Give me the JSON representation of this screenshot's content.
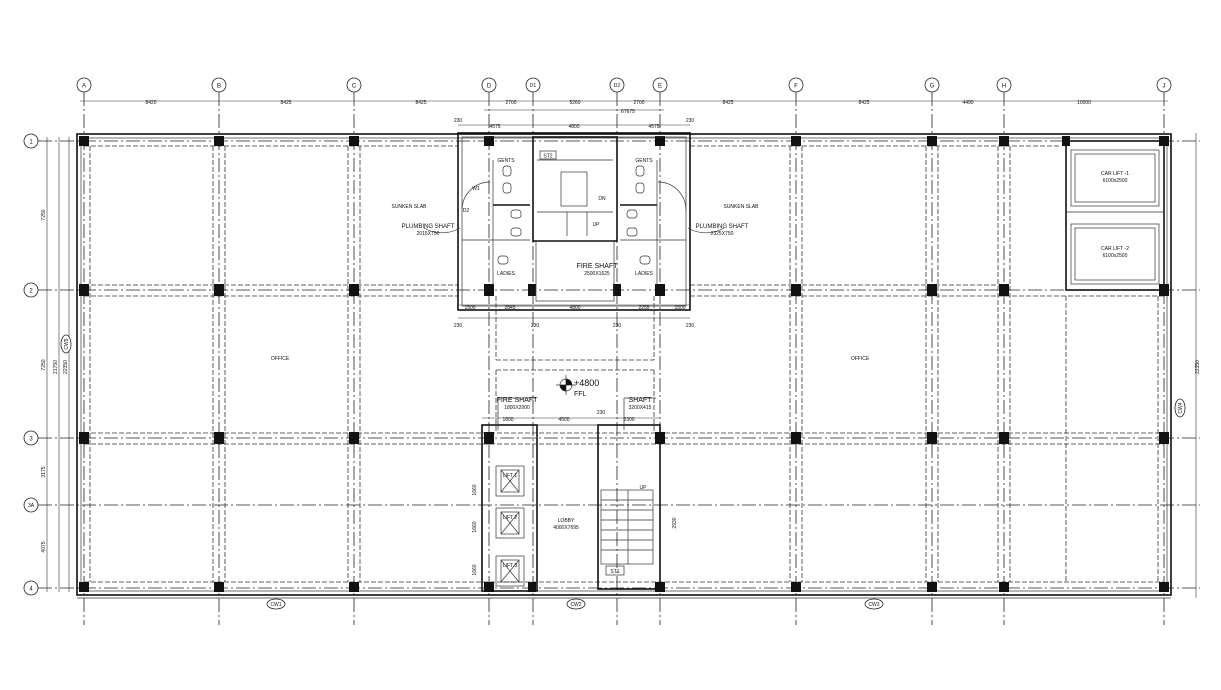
{
  "grid": {
    "columns": [
      "A",
      "B",
      "C",
      "D",
      "D1",
      "D2",
      "E",
      "F",
      "G",
      "H",
      "J"
    ],
    "rows": [
      "1",
      "2",
      "3",
      "3A",
      "4"
    ],
    "top_dims": [
      "8420",
      "8425",
      "8425",
      "2700",
      "5260",
      "2700",
      "8425",
      "8425",
      "4490",
      "10000"
    ],
    "overall_top": "67675",
    "left_dims": [
      "7250",
      "7250",
      "3175",
      "4075"
    ],
    "left_overall": [
      "21750",
      "22350"
    ],
    "right_overall": "22350"
  },
  "rooms": {
    "sunken_left": "SUNKEN SLAB",
    "sunken_right": "SUNKEN SLAB",
    "plumbing_left": "PLUMBING SHAFT",
    "plumbing_left_size": "2015X750",
    "plumbing_right": "PLUMBING SHAFT",
    "plumbing_right_size": "2325X750",
    "gents_left": "GENTS",
    "gents_right": "GENTS",
    "ladies_left": "LADIES",
    "ladies_right": "LADIES",
    "fire_shaft_top": "FIRE SHAFT",
    "fire_shaft_top_size": "2500X1625",
    "fire_shaft_mid": "FIRE SHAFT",
    "fire_shaft_mid_size": "1800X2000",
    "shaft_mid": "SHAFT",
    "shaft_mid_size": "3200X415",
    "office_left": "OFFICE",
    "office_right": "OFFICE",
    "car_lift_1": "CAR LIFT -1",
    "car_lift_1_size": "6100x2500",
    "car_lift_2": "CAR LIFT -2",
    "car_lift_2_size": "6100x2500",
    "lobby": "LOBBY",
    "lobby_size": "4000X7695",
    "lift_1": "LIFT 1",
    "lift_2": "LIFT 2",
    "lift_3": "LIFT 3",
    "stair_up": "UP",
    "stair_dn": "DN",
    "level_value": "+4800",
    "level_label": "FFL",
    "stair_tag": "ST2",
    "stair_tag_2": "ST1"
  },
  "walls": {
    "cw1": "CW1",
    "cw2": "CW2",
    "cw3": "CW3",
    "cw4": "CW4",
    "cw5": "CW5"
  },
  "small_dims": {
    "d230": "230",
    "d4575": "4575",
    "d4800": "4800",
    "d1500": "1500",
    "d2845": "2845",
    "d2255": "2255",
    "d1800": "1800",
    "d4500": "4500",
    "d2300": "2300",
    "d1660": "1660",
    "d2930": "2930",
    "w1": "W1",
    "d2": "D2"
  }
}
